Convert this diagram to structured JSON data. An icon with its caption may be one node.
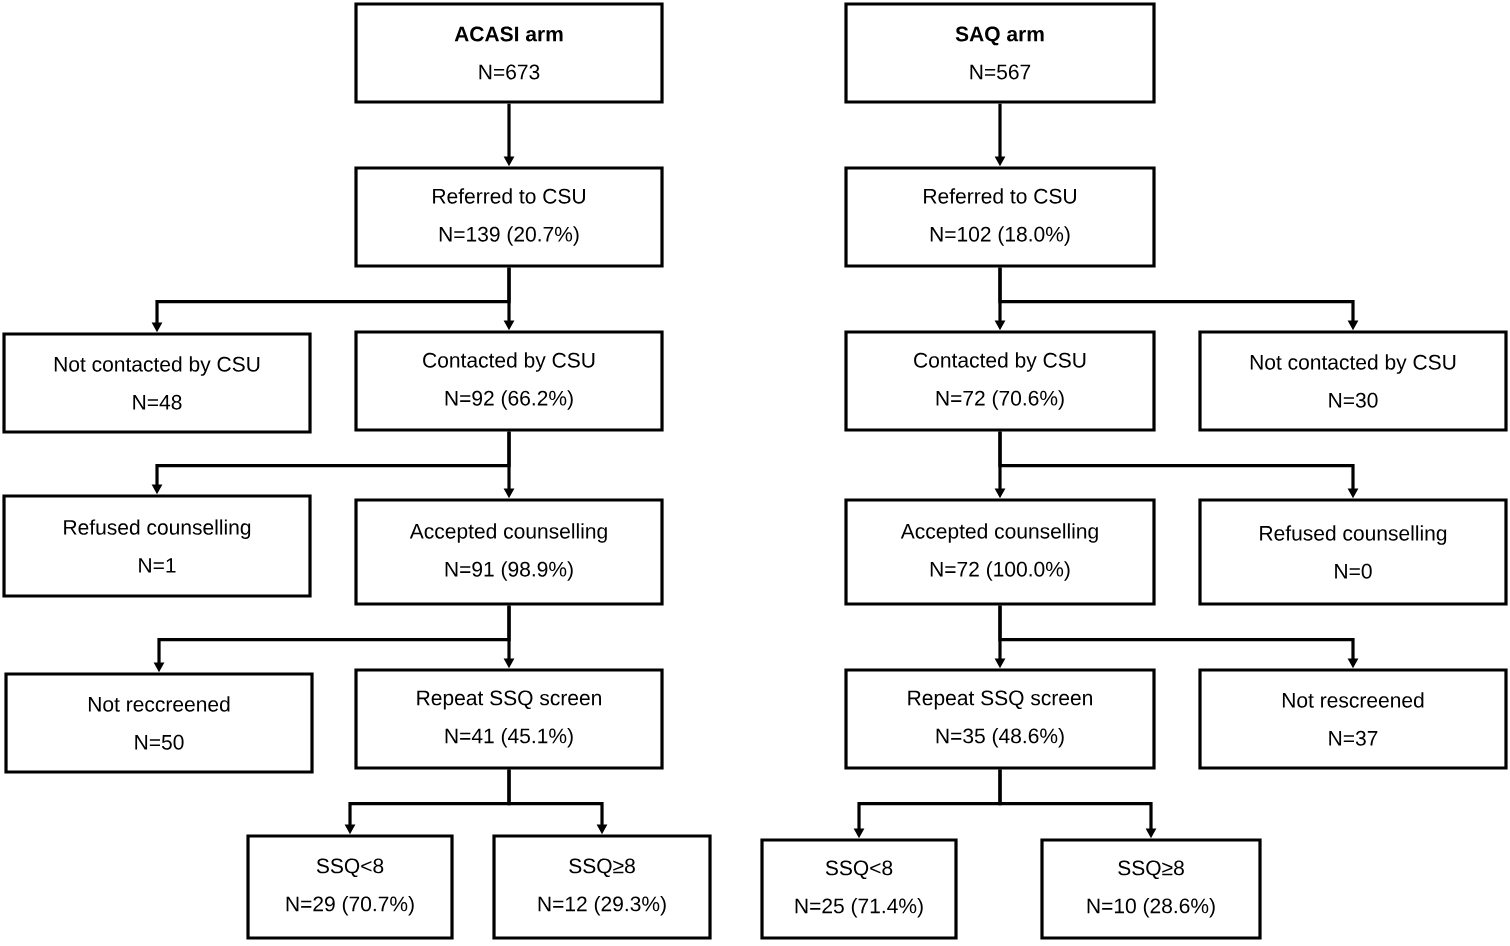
{
  "diagram": {
    "nodes": [
      {
        "text": [
          "ACASI arm",
          "N=673"
        ]
      },
      {
        "text": [
          "Referred to CSU",
          "N=139 (20.7%)"
        ]
      },
      {
        "text": [
          "Not contacted by CSU",
          "N=48"
        ]
      },
      {
        "text": [
          "Contacted by CSU",
          "N=92 (66.2%)"
        ]
      },
      {
        "text": [
          "Refused counselling",
          "N=1"
        ]
      },
      {
        "text": [
          "Accepted counselling",
          "N=91 (98.9%)"
        ]
      },
      {
        "text": [
          "Not reccreened",
          "N=50"
        ]
      },
      {
        "text": [
          "Repeat SSQ screen",
          "N=41 (45.1%)"
        ]
      },
      {
        "text": [
          "SSQ<8",
          "N=29 (70.7%)"
        ]
      },
      {
        "text": [
          "SSQ≥8",
          "N=12 (29.3%)"
        ]
      },
      {
        "text": [
          "SAQ arm",
          "N=567"
        ]
      },
      {
        "text": [
          "Referred to CSU",
          "N=102 (18.0%)"
        ]
      },
      {
        "text": [
          "Contacted by CSU",
          "N=72 (70.6%)"
        ]
      },
      {
        "text": [
          "Not contacted by CSU",
          "N=30"
        ]
      },
      {
        "text": [
          "Accepted counselling",
          "N=72 (100.0%)"
        ]
      },
      {
        "text": [
          "Refused counselling",
          "N=0"
        ]
      },
      {
        "text": [
          "Repeat SSQ screen",
          "N=35 (48.6%)"
        ]
      },
      {
        "text": [
          "Not rescreened",
          "N=37"
        ]
      },
      {
        "text": [
          "SSQ<8",
          "N=25 (71.4%)"
        ]
      },
      {
        "text": [
          "SSQ≥8",
          "N=10 (28.6%)"
        ]
      }
    ],
    "edges": [
      {
        "from": 0,
        "to": 1,
        "arrow": "to"
      },
      {
        "from": 1,
        "to": 2,
        "arrow": "to"
      },
      {
        "from": 1,
        "to": 3,
        "arrow": "to"
      },
      {
        "from": 3,
        "to": 4,
        "arrow": "to"
      },
      {
        "from": 3,
        "to": 5,
        "arrow": "to"
      },
      {
        "from": 5,
        "to": 6,
        "arrow": "to"
      },
      {
        "from": 5,
        "to": 7,
        "arrow": "to"
      },
      {
        "from": 7,
        "to": 8,
        "arrow": "to"
      },
      {
        "from": 7,
        "to": 9,
        "arrow": "to"
      },
      {
        "from": 10,
        "to": 11,
        "arrow": "to"
      },
      {
        "from": 11,
        "to": 12,
        "arrow": "to"
      },
      {
        "from": 11,
        "to": 13,
        "arrow": "to"
      },
      {
        "from": 12,
        "to": 14,
        "arrow": "to"
      },
      {
        "from": 12,
        "to": 15,
        "arrow": "to"
      },
      {
        "from": 14,
        "to": 16,
        "arrow": "to"
      },
      {
        "from": 14,
        "to": 17,
        "arrow": "to"
      },
      {
        "from": 16,
        "to": 18,
        "arrow": "to"
      },
      {
        "from": 16,
        "to": 19,
        "arrow": "to"
      }
    ]
  }
}
